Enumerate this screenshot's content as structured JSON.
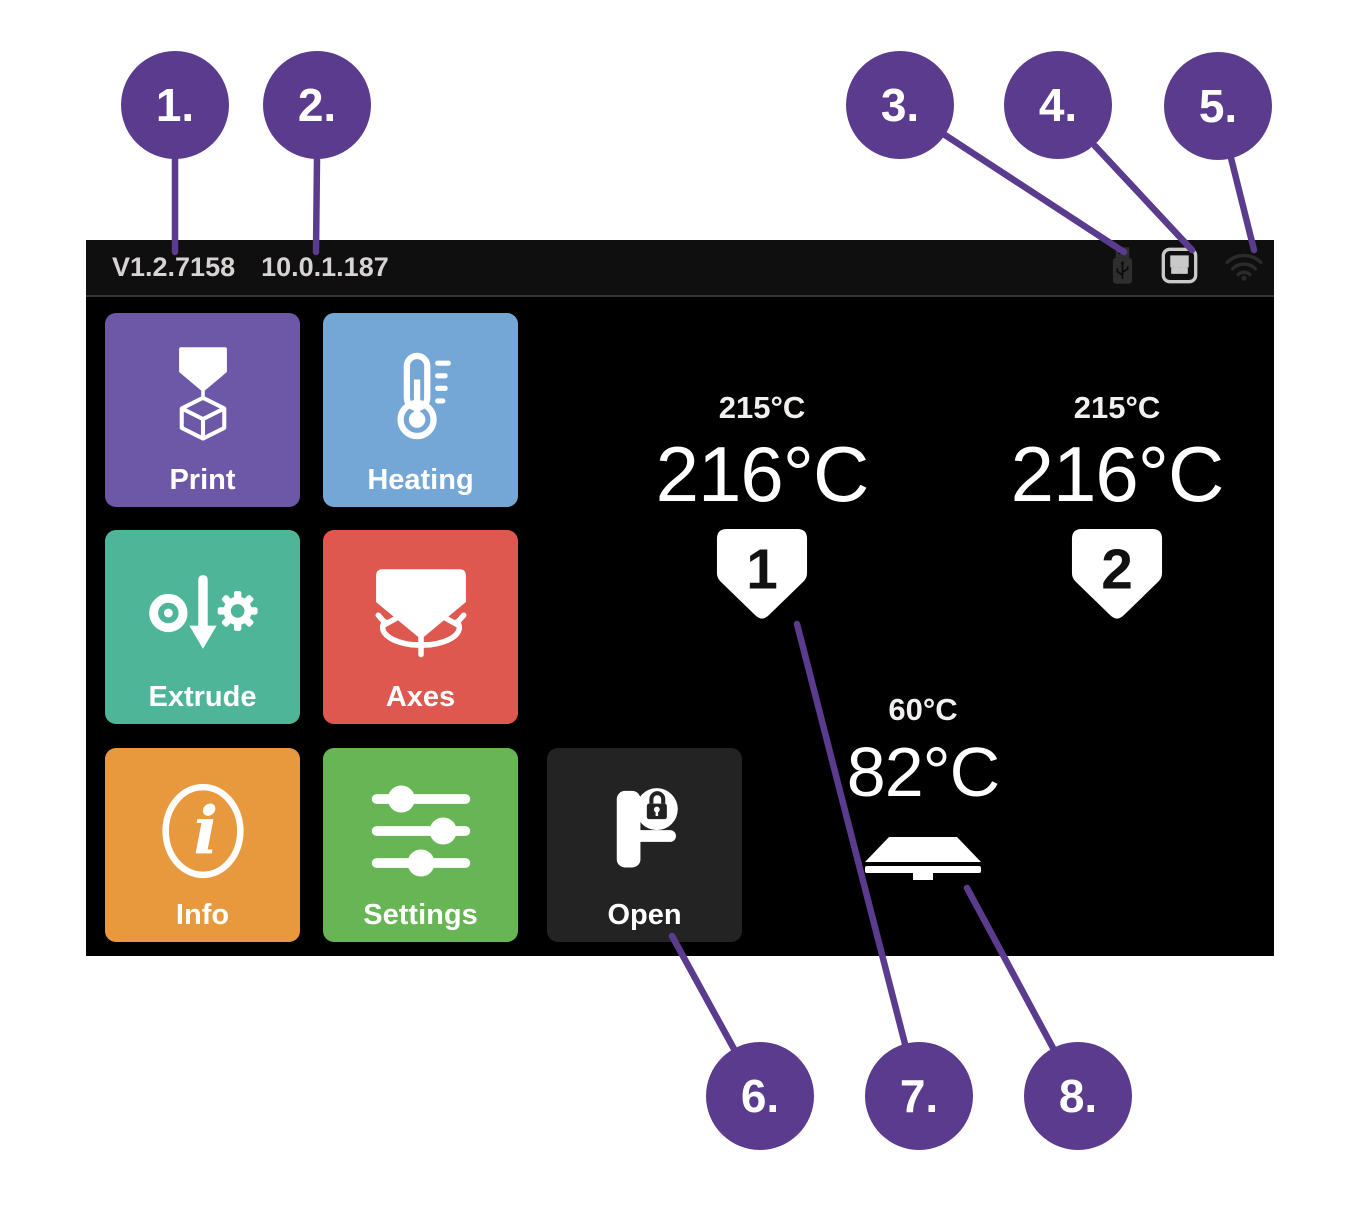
{
  "status_bar": {
    "version": "V1.2.7158",
    "ip": "10.0.1.187",
    "icons": [
      "usb-drive",
      "ethernet",
      "wifi"
    ]
  },
  "tiles": [
    {
      "id": "print",
      "label": "Print",
      "color": "#6c58a6"
    },
    {
      "id": "heating",
      "label": "Heating",
      "color": "#74a7d6"
    },
    {
      "id": "extrude",
      "label": "Extrude",
      "color": "#4eb598"
    },
    {
      "id": "axes",
      "label": "Axes",
      "color": "#de5850"
    },
    {
      "id": "info",
      "label": "Info",
      "color": "#e8993e"
    },
    {
      "id": "settings",
      "label": "Settings",
      "color": "#67b554"
    },
    {
      "id": "open",
      "label": "Open",
      "color": "#232323"
    }
  ],
  "temperatures": {
    "extruder1": {
      "target": "215°C",
      "current": "216°C",
      "label": "1"
    },
    "extruder2": {
      "target": "215°C",
      "current": "216°C",
      "label": "2"
    },
    "bed": {
      "target": "60°C",
      "current": "82°C"
    }
  },
  "callouts": [
    {
      "label": "1."
    },
    {
      "label": "2."
    },
    {
      "label": "3."
    },
    {
      "label": "4."
    },
    {
      "label": "5."
    },
    {
      "label": "6."
    },
    {
      "label": "7."
    },
    {
      "label": "8."
    }
  ],
  "colors": {
    "annotation": "#5b3b8e",
    "screen_background": "#000000",
    "status_text": "#d7d3d3"
  }
}
